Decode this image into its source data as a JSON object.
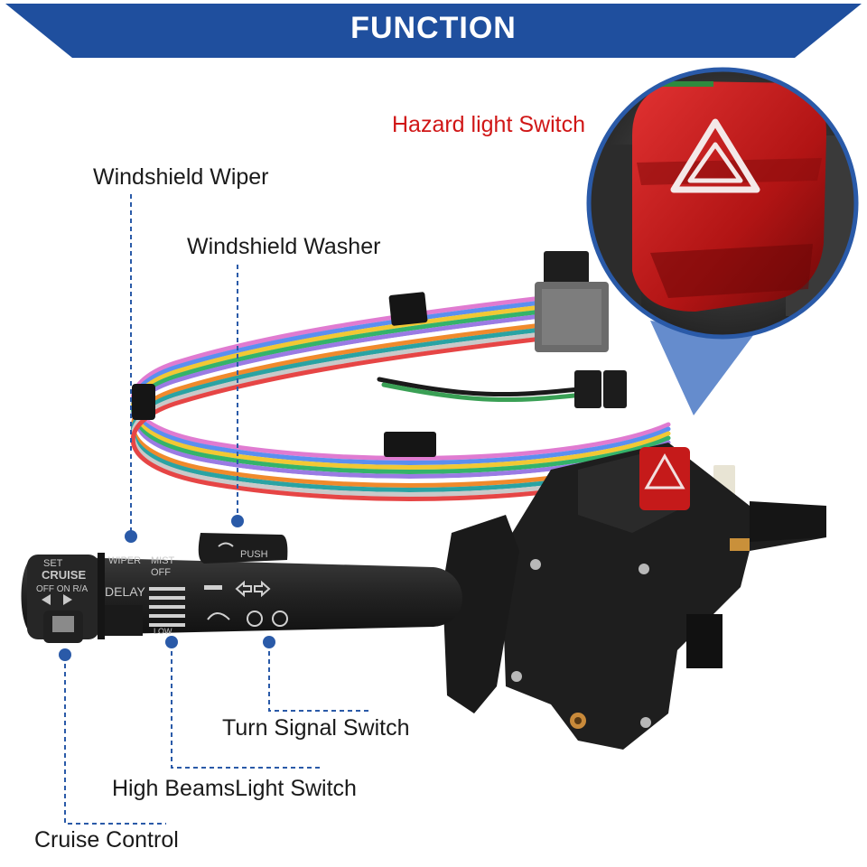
{
  "banner": {
    "title": "FUNCTION"
  },
  "labels": {
    "hazard": "Hazard light Switch",
    "wiper": "Windshield Wiper",
    "washer": "Windshield Washer",
    "turn_signal": "Turn Signal Switch",
    "high_beams": "High BeamsLight Switch",
    "cruise": "Cruise Control"
  },
  "stalk_markings": {
    "set": "SET",
    "cruise": "CRUISE",
    "off_on_ra": "OFF ON R/A",
    "wiper": "WIPER",
    "mist": "MIST",
    "off": "OFF",
    "delay": "DELAY",
    "low": "LOW",
    "push": "PUSH"
  },
  "colors": {
    "banner": "#1f4f9e",
    "callout_line": "#2a5aa8",
    "hazard_text": "#d01616",
    "hazard_button": "#c01818",
    "switch_body": "#1e1e1e"
  }
}
